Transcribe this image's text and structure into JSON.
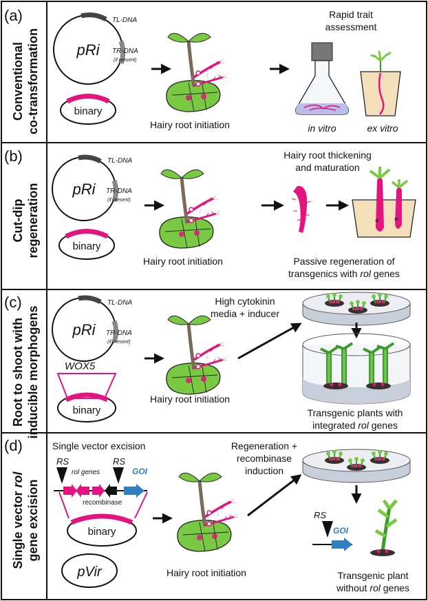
{
  "panels": [
    {
      "letter": "(a)",
      "side_label": [
        "Conventional",
        "co-transformation"
      ],
      "plasmid": "pRi",
      "tl_dna": "TL-DNA",
      "tr_dna": "TR-DNA",
      "if_present": "(if present)",
      "binary": "binary",
      "hairy_root": "Hairy root initiation",
      "outcome_title": [
        "Rapid trait",
        "assessment"
      ],
      "in_vitro": "in vitro",
      "ex_vitro": "ex vitro"
    },
    {
      "letter": "(b)",
      "side_label": [
        "Cut-dip",
        "regeneration"
      ],
      "plasmid": "pRi",
      "tl_dna": "TL-DNA",
      "tr_dna": "TR-DNA",
      "if_present": "(if present)",
      "binary": "binary",
      "hairy_root": "Hairy root initiation",
      "step_title": [
        "Hairy root thickening",
        "and maturation"
      ],
      "outcome_line1": "Passive regeneration of",
      "outcome_line2_pre": "transgenics with ",
      "outcome_line2_it": "rol",
      "outcome_line2_post": " genes"
    },
    {
      "letter": "(c)",
      "side_label": [
        "Root to shoot with",
        "inducible morphogens"
      ],
      "plasmid": "pRi",
      "tl_dna": "TL-DNA",
      "tr_dna": "TR-DNA",
      "if_present": "(if present)",
      "wox": "WOX5",
      "binary": "binary",
      "hairy_root": "Hairy root initiation",
      "media_title": [
        "High cytokinin",
        "media + inducer"
      ],
      "outcome_line1": "Transgenic plants with",
      "outcome_line2_pre": "integrated ",
      "outcome_line2_it": "rol",
      "outcome_line2_post": " genes"
    },
    {
      "letter": "(d)",
      "side_label_pre": "Single vector ",
      "side_label_it": "rol",
      "side_label_line2": "gene excision",
      "vector_title": "Single vector excision",
      "rs": "RS",
      "rol_genes": "rol genes",
      "goi": "GOI",
      "recombinase": "recombinase",
      "binary": "binary",
      "pvir": "pVir",
      "hairy_root": "Hairy root initiation",
      "regen_title": [
        "Regeneration +",
        "recombinase",
        "induction"
      ],
      "outcome_line1": "Transgenic plant",
      "outcome_line2_pre": "without ",
      "outcome_line2_it": "rol",
      "outcome_line2_post": " genes"
    }
  ],
  "colors": {
    "magenta": "#e2147f",
    "leaf_green": "#7ac943",
    "stem_green": "#3a9a2a",
    "goi_blue": "#2f7fc1",
    "dark_gray": "#555555"
  }
}
